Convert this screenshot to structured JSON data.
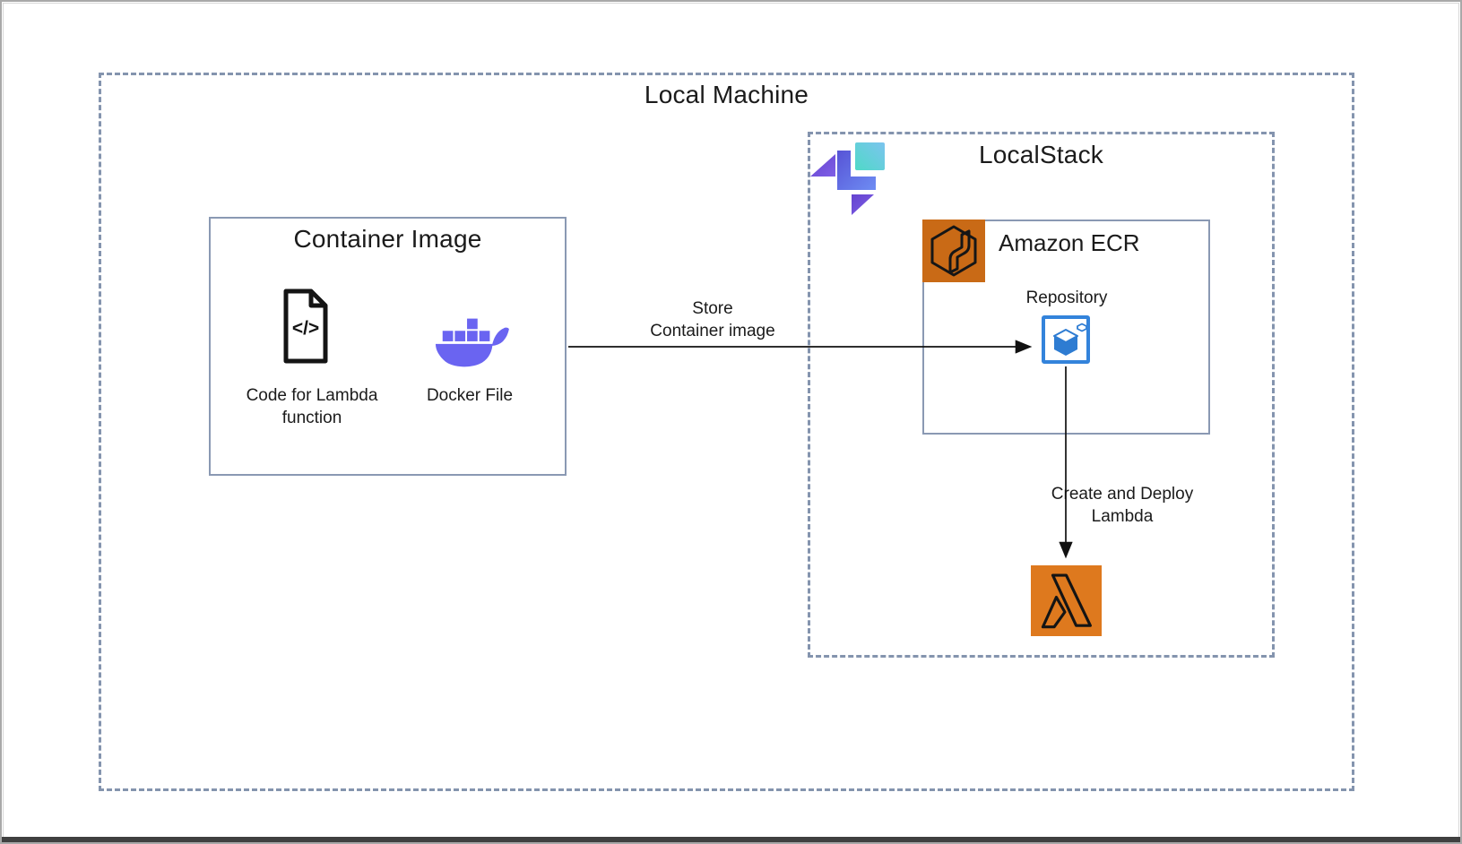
{
  "colors": {
    "dashed_border": "#8494AE",
    "solid_border": "#8A99B3",
    "ecr_orange": "#C96A16",
    "lambda_orange": "#DE791E",
    "repository_blue": "#2E7CD2",
    "docker_purple": "#6A64F1",
    "localstack_purple": "#6F4EDC",
    "localstack_cyan": "#5BDED0",
    "arrow_color": "#111111"
  },
  "local_machine": {
    "title": "Local Machine",
    "container_image": {
      "title": "Container Image",
      "code_file": {
        "glyph": "</>",
        "label_line1": "Code for Lambda",
        "label_line2": "function"
      },
      "docker": {
        "label": "Docker File"
      }
    },
    "localstack": {
      "title": "LocalStack",
      "amazon_ecr": {
        "title": "Amazon ECR",
        "repository": {
          "label": "Repository"
        }
      }
    },
    "connections": {
      "store": {
        "label_line1": "Store",
        "label_line2": "Container image"
      },
      "deploy": {
        "label_line1": "Create and Deploy",
        "label_line2": "Lambda"
      }
    }
  },
  "icons": {
    "localstack_logo": "localstack-mark",
    "ecr_icon": "cube-outline",
    "repository_icon": "blue-cube",
    "lambda_icon": "lambda-outline",
    "code_file_icon": "document-code",
    "docker_icon": "docker-whale"
  }
}
